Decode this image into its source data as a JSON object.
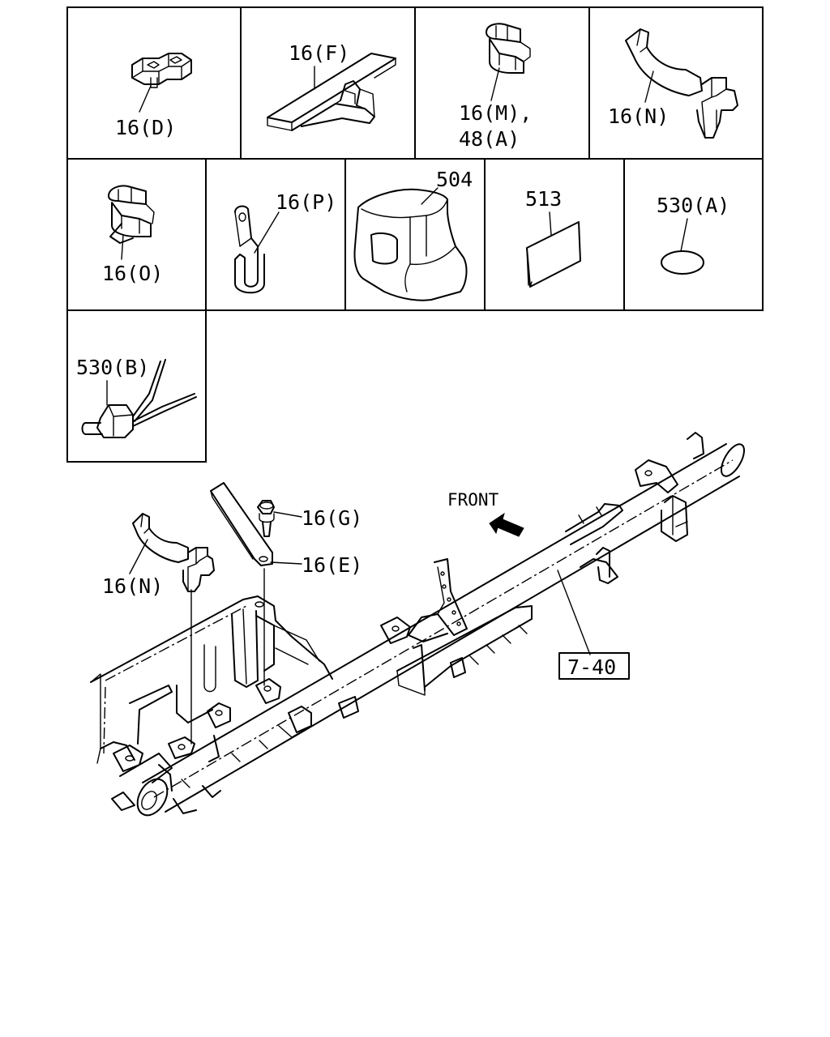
{
  "callouts": {
    "c16D": "16(D)",
    "c16F": "16(F)",
    "c16M": "16(M),",
    "c48A": "48(A)",
    "c16N_top": "16(N)",
    "c16O": "16(O)",
    "c16P": "16(P)",
    "c504": "504",
    "c513": "513",
    "c530A": "530(A)",
    "c530B": "530(B)",
    "c16G": "16(G)",
    "c16E": "16(E)",
    "c16N_main": "16(N)",
    "c740": "7-40"
  },
  "direction": {
    "label": "FRONT",
    "icon": "arrow-up-left-icon"
  }
}
